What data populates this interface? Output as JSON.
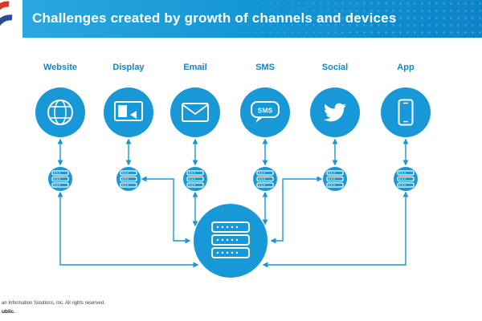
{
  "header": {
    "title": "Challenges created by growth of channels and devices"
  },
  "channels": [
    {
      "label": "Website",
      "icon": "globe-icon"
    },
    {
      "label": "Display",
      "icon": "monitor-icon"
    },
    {
      "label": "Email",
      "icon": "envelope-icon"
    },
    {
      "label": "SMS",
      "icon": "sms-bubble-icon",
      "bubble_text": "SMS"
    },
    {
      "label": "Social",
      "icon": "twitter-bird-icon"
    },
    {
      "label": "App",
      "icon": "smartphone-icon"
    }
  ],
  "hub": {
    "icon": "server-stack-icon"
  },
  "node_icon": "server-icon",
  "footer": {
    "line1": "an Information Solutions, Inc. All rights reserved.",
    "line2": "ublic."
  },
  "colors": {
    "accent_blue": "#1898d6",
    "header_gradient_start": "#2aa7de",
    "header_gradient_end": "#0d84c7",
    "label_blue": "#1585c6",
    "logo_red": "#d6392b",
    "logo_navy": "#2b4a8f"
  }
}
